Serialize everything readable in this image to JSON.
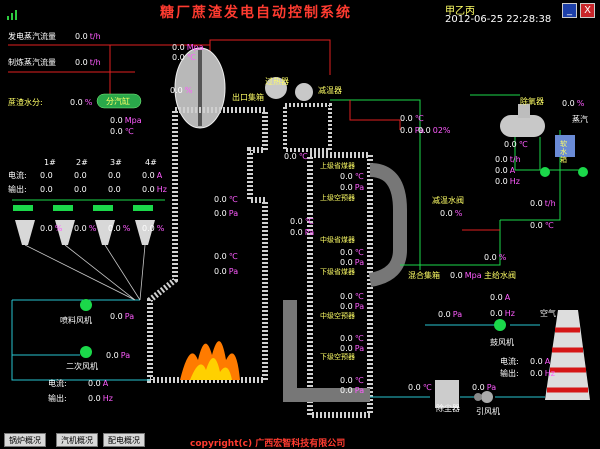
{
  "header": {
    "title": "糖厂蔗渣发电自动控制系统",
    "shift": "甲乙丙",
    "datetime": "2012-06-25 22:28:38",
    "minimize_label": "_",
    "close_label": "X"
  },
  "left_panel": {
    "gen_steam_label": "发电蒸汽流量",
    "gen_steam_value": "0.0",
    "gen_steam_unit": "t/h",
    "proc_steam_label": "制炼蒸汽流量",
    "proc_steam_value": "0.0",
    "proc_steam_unit": "t/h",
    "bagasse_moisture_label": "蔗渣水分:",
    "bagasse_moisture_value": "0.0",
    "bagasse_moisture_unit": "%",
    "header_unit_label": "分汽缸",
    "header_val1": "0.0",
    "header_val1_unit": "Mpa",
    "header_val2": "0.0",
    "header_val2_unit": "℃"
  },
  "top_values": {
    "drum_pressure": "0.0",
    "drum_pressure_unit": "Mpa",
    "drum_temp": "0.0",
    "drum_temp_unit": "℃",
    "level_val": "0.0",
    "level_unit": "%",
    "superheater_label": "过热器",
    "outlet_header_label": "出口集箱",
    "desuperheater_label": "减温器"
  },
  "feeders": {
    "labels": [
      "1#",
      "2#",
      "3#",
      "4#"
    ],
    "current_label": "电流:",
    "output_label": "输出:",
    "current_values": [
      "0.0",
      "0.0",
      "0.0",
      "0.0"
    ],
    "current_unit": "A",
    "output_values": [
      "0.0",
      "0.0",
      "0.0",
      "0.0"
    ],
    "output_unit": "Hz",
    "pct_values": [
      "0.0",
      "0.0",
      "0.0",
      "0.0"
    ],
    "pct_unit": "%"
  },
  "furnace": {
    "temp1": "0.0",
    "temp1_unit": "℃",
    "press1": "0.0",
    "press1_unit": "Pa",
    "temp2": "0.0",
    "temp2_unit": "℃",
    "press2": "0.0",
    "press2_unit": "Pa",
    "spray_fan_label": "喷料风机",
    "spray_pa": "0.0",
    "spray_pa_unit": "Pa",
    "secondary_fan_label": "二次风机",
    "secondary_pa": "0.0",
    "secondary_pa_unit": "Pa",
    "sec_current_label": "电流:",
    "sec_current": "0.0",
    "sec_current_unit": "A",
    "sec_output_label": "输出:",
    "sec_output": "0.0",
    "sec_output_unit": "Hz"
  },
  "sections": {
    "upper_economizer": "上级省煤器",
    "upper_air_preheater": "上级空预器",
    "middle_economizer": "中级省煤器",
    "lower_economizer": "下级省煤器",
    "middle_air_preheater": "中级空预器",
    "lower_air_preheater": "下级空预器",
    "mixing_header": "混合集箱",
    "desuper_valve": "减温水阀",
    "feed_valve": "主给水阀",
    "deaerator": "除氧器",
    "soft_water_tank": "软水箱",
    "dust_collector": "除尘器",
    "induced_fan": "引风机",
    "blower": "鼓风机",
    "air_label": "空气",
    "steam_label": "蒸汽"
  },
  "flue_values": {
    "v1": "0.0",
    "v1_unit": "℃",
    "v2": "0.0",
    "v2_unit": "Pa",
    "v3": "0.0",
    "v3_unit": "02%",
    "v4": "0.0",
    "v4_unit": "℃",
    "v5": "0.0",
    "v5_unit": "℃",
    "v6": "0.0",
    "v6_unit": "Pa",
    "v7": "0.0",
    "v7_unit": "℃",
    "v8": "0.0",
    "v8_unit": "Pa",
    "v9": "0.0",
    "v9_unit": "℃",
    "v10": "0.0",
    "v10_unit": "Pa",
    "v11": "0.0",
    "v11_unit": "℃",
    "v12": "0.0",
    "v12_unit": "Pa",
    "v13": "0.0",
    "v13_unit": "℃",
    "v14": "0.0",
    "v14_unit": "Pa",
    "v15": "0.0",
    "v15_unit": "℃",
    "v16": "0.0",
    "v16_unit": "Pa"
  },
  "right_panel": {
    "deaer_level": "0.0",
    "deaer_level_unit": "%",
    "deaer_temp": "0.0",
    "deaer_temp_unit": "℃",
    "pump_flow": "0.0",
    "pump_flow_unit": "t/h",
    "pump_current": "0.0",
    "pump_current_unit": "A",
    "pump_freq": "0.0",
    "pump_freq_unit": "Hz",
    "desuper_pct": "0.0",
    "desuper_pct_unit": "%",
    "mix_press": "0.0",
    "mix_press_unit": "Mpa",
    "feed_flow": "0.0",
    "feed_flow_unit": "t/h",
    "feed_temp": "0.0",
    "feed_temp_unit": "℃",
    "feed_pct": "0.0",
    "feed_pct_unit": "%",
    "blower_current": "0.0",
    "blower_current_unit": "A",
    "blower_pa": "0.0",
    "blower_pa_unit": "Pa",
    "blower_hz": "0.0",
    "blower_hz_unit": "Hz",
    "id_current_label": "电流:",
    "id_current": "0.0",
    "id_current_unit": "A",
    "id_output_label": "输出:",
    "id_output": "0.0",
    "id_output_unit": "Hz",
    "id_pa1": "0.0",
    "id_pa1_unit": "Pa",
    "id_pa2": "0.0",
    "id_pa2_unit": "℃"
  },
  "footer": {
    "tabs": [
      "锅炉概况",
      "汽机概况",
      "配电概况"
    ],
    "copyright": "copyright(c) 广西宏智科技有限公司"
  }
}
